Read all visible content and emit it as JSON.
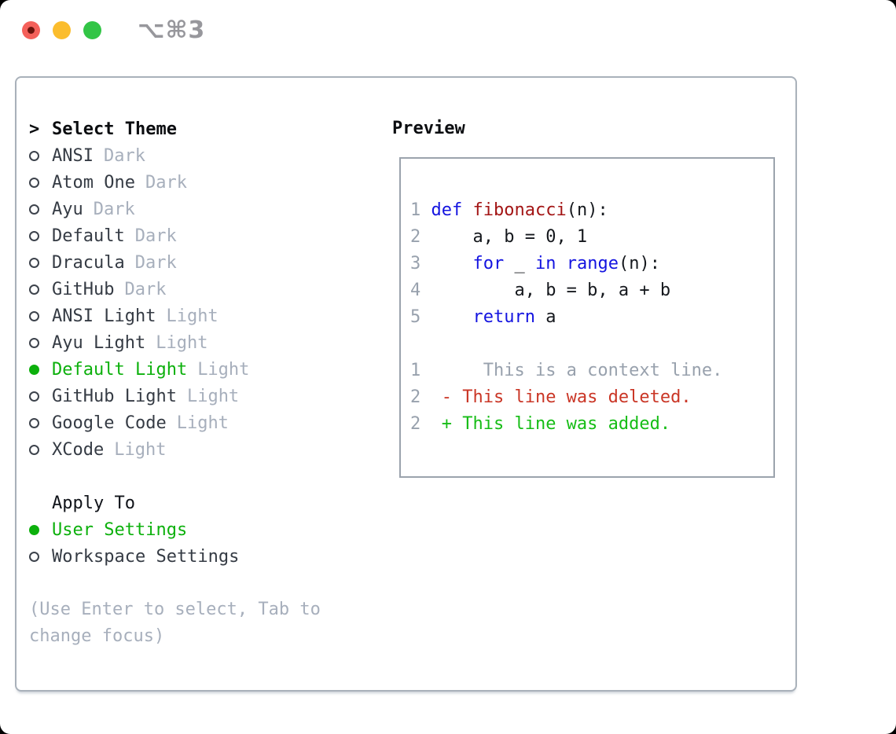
{
  "window": {
    "shortcut": "⌥⌘3"
  },
  "theme_panel": {
    "header": {
      "marker": ">",
      "label": "Select Theme"
    },
    "themes": [
      {
        "name": "ANSI",
        "variant": "Dark",
        "selected": false
      },
      {
        "name": "Atom One",
        "variant": "Dark",
        "selected": false
      },
      {
        "name": "Ayu",
        "variant": "Dark",
        "selected": false
      },
      {
        "name": "Default",
        "variant": "Dark",
        "selected": false
      },
      {
        "name": "Dracula",
        "variant": "Dark",
        "selected": false
      },
      {
        "name": "GitHub",
        "variant": "Dark",
        "selected": false
      },
      {
        "name": "ANSI Light",
        "variant": "Light",
        "selected": false
      },
      {
        "name": "Ayu Light",
        "variant": "Light",
        "selected": false
      },
      {
        "name": "Default Light",
        "variant": "Light",
        "selected": true
      },
      {
        "name": "GitHub Light",
        "variant": "Light",
        "selected": false
      },
      {
        "name": "Google Code",
        "variant": "Light",
        "selected": false
      },
      {
        "name": "XCode",
        "variant": "Light",
        "selected": false
      }
    ],
    "apply_to": {
      "label": "Apply To",
      "options": [
        {
          "name": "User Settings",
          "selected": true
        },
        {
          "name": "Workspace Settings",
          "selected": false
        }
      ]
    },
    "help_text": "(Use Enter to select, Tab to change focus)"
  },
  "preview": {
    "title": "Preview",
    "lines": [
      {
        "t": "code",
        "segments": [
          [
            "num",
            "1 "
          ],
          [
            "kw",
            "def"
          ],
          [
            "plain",
            " "
          ],
          [
            "fn",
            "fibonacci"
          ],
          [
            "plain",
            "(n):"
          ]
        ]
      },
      {
        "t": "code",
        "segments": [
          [
            "num",
            "2 "
          ],
          [
            "plain",
            "    a, b = 0, 1"
          ]
        ]
      },
      {
        "t": "code",
        "segments": [
          [
            "num",
            "3 "
          ],
          [
            "plain",
            "    "
          ],
          [
            "kw",
            "for"
          ],
          [
            "plain",
            " _ "
          ],
          [
            "kw",
            "in"
          ],
          [
            "plain",
            " "
          ],
          [
            "kw",
            "range"
          ],
          [
            "plain",
            "(n):"
          ]
        ]
      },
      {
        "t": "code",
        "segments": [
          [
            "num",
            "4 "
          ],
          [
            "plain",
            "        a, b = b, a + b"
          ]
        ]
      },
      {
        "t": "code",
        "segments": [
          [
            "num",
            "5 "
          ],
          [
            "plain",
            "    "
          ],
          [
            "kw",
            "return"
          ],
          [
            "plain",
            " a"
          ]
        ]
      },
      {
        "t": "blank",
        "segments": []
      },
      {
        "t": "diff",
        "segments": [
          [
            "num",
            "1 "
          ],
          [
            "ctx",
            "     This is a context line."
          ]
        ]
      },
      {
        "t": "diff",
        "segments": [
          [
            "num",
            "2 "
          ],
          [
            "del",
            " - This line was deleted."
          ]
        ]
      },
      {
        "t": "diff",
        "segments": [
          [
            "num",
            "2 "
          ],
          [
            "add",
            " + This line was added."
          ]
        ]
      }
    ]
  },
  "colors": {
    "accent": "#0cb00c",
    "diff_added": "#16bd16",
    "diff_deleted": "#ca3626",
    "keyword_blue": "#1414e0",
    "function_red": "#a31515",
    "code_text": "#15181d",
    "item_text": "#353b44",
    "muted": "#a7afbc",
    "line_number": "#98a1ad",
    "context_gray": "#98a1ad",
    "radio_outline": "#3d434c",
    "panel_border": "#a9b1ba",
    "preview_border": "#9ba3ad",
    "traffic_red": "#f4605a",
    "traffic_red_dot": "#6b130c",
    "traffic_yellow": "#fbbd2d",
    "traffic_green": "#32c546",
    "shortcut_gray": "#97979c"
  }
}
